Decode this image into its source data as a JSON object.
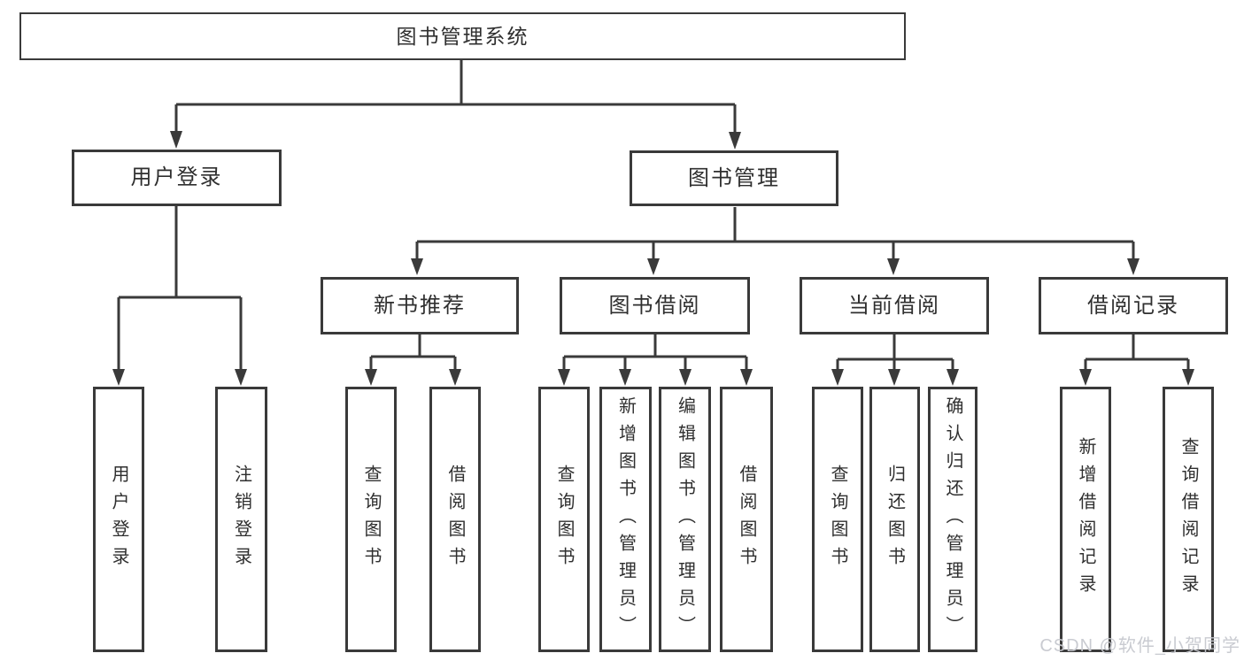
{
  "nodes": {
    "root": {
      "label": "图书管理系统"
    },
    "user_login": {
      "label": "用户登录"
    },
    "book_management": {
      "label": "图书管理"
    },
    "new_book_recommend": {
      "label": "新书推荐"
    },
    "book_borrow": {
      "label": "图书借阅"
    },
    "current_borrow": {
      "label": "当前借阅"
    },
    "borrow_records": {
      "label": "借阅记录"
    },
    "leaf_user_login": {
      "label": "用户登录"
    },
    "leaf_logout_login": {
      "label": "注销登录"
    },
    "leaf_query_books_recommend": {
      "label": "查询图书"
    },
    "leaf_borrow_books_recommend": {
      "label": "借阅图书"
    },
    "leaf_query_books_borrow": {
      "label": "查询图书"
    },
    "leaf_add_books_admin": {
      "label": "新增图书（管理员）"
    },
    "leaf_edit_books_admin": {
      "label": "编辑图书（管理员）"
    },
    "leaf_borrow_books": {
      "label": "借阅图书"
    },
    "leaf_query_books_current": {
      "label": "查询图书"
    },
    "leaf_return_books": {
      "label": "归还图书"
    },
    "leaf_confirm_return_admin": {
      "label": "确认归还（管理员）"
    },
    "leaf_add_borrow_record": {
      "label": "新增借阅记录"
    },
    "leaf_query_borrow_record": {
      "label": "查询借阅记录"
    }
  },
  "watermark": {
    "text": "CSDN @软件_小贺同学"
  },
  "colors": {
    "line": "#3a3a3a",
    "text": "#2f2f2f",
    "watermark": "#c7c9cf",
    "background": "#ffffff"
  }
}
